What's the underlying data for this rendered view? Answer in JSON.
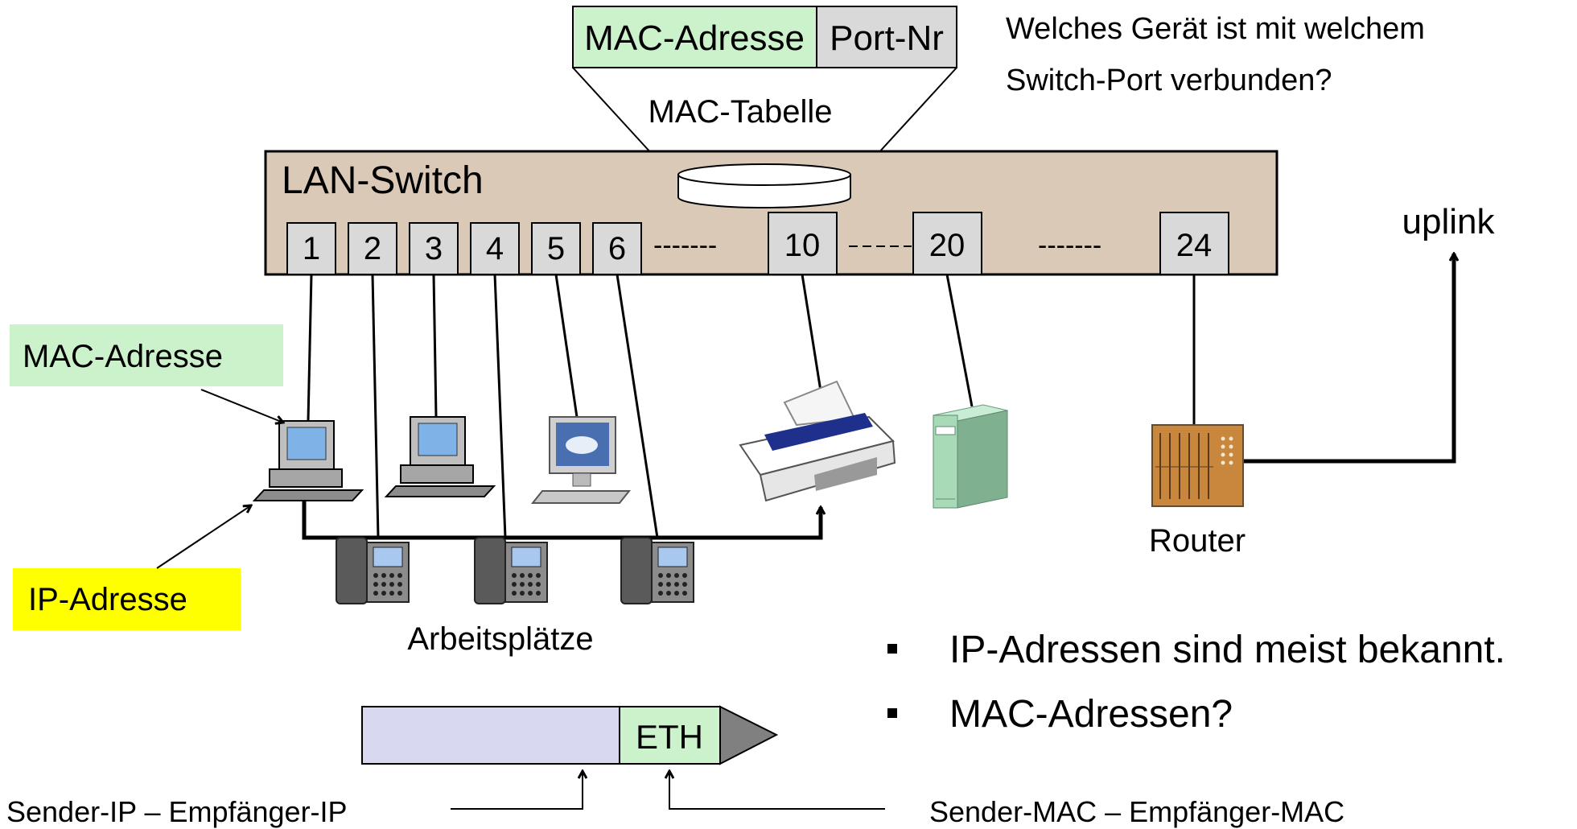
{
  "mac_table": {
    "col_mac": "MAC-Adresse",
    "col_port": "Port-Nr",
    "caption": "MAC-Tabelle"
  },
  "question": {
    "line1": "Welches Gerät ist mit welchem",
    "line2": "Switch-Port verbunden?"
  },
  "switch": {
    "label": "LAN-Switch",
    "ports": [
      "1",
      "2",
      "3",
      "4",
      "5",
      "6",
      "10",
      "20",
      "24"
    ],
    "gap_marker": "-------"
  },
  "uplink_label": "uplink",
  "callouts": {
    "mac": "MAC-Adresse",
    "ip": "IP-Adresse"
  },
  "workplaces_label": "Arbeitsplätze",
  "router_label": "Router",
  "bullets": [
    "IP-Adressen sind meist bekannt.",
    "MAC-Adressen?"
  ],
  "packet": {
    "eth_label": "ETH",
    "ip_caption": "Sender-IP – Empfänger-IP",
    "mac_caption": "Sender-MAC – Empfänger-MAC"
  },
  "colors": {
    "switch_body": "#dbc9b8",
    "port_fill": "#d9d9d9",
    "mac_highlight": "#ccf2cc",
    "ip_highlight": "#ffff00",
    "packet_payload": "#d8d8f0",
    "router": "#c8873c"
  }
}
